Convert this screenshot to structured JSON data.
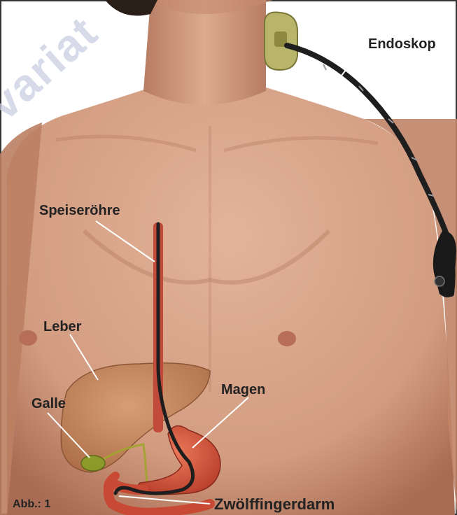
{
  "labels": {
    "endoskop": "Endoskop",
    "speiseroehre": "Speiseröhre",
    "leber": "Leber",
    "galle": "Galle",
    "magen": "Magen",
    "zwoelffingerdarm": "Zwölffingerdarm"
  },
  "caption": "Abb.: 1",
  "watermark": "variat",
  "colors": {
    "skin": "#d9a489",
    "skin_shadow": "#b57a62",
    "liver": "#c98a5a",
    "gallbladder": "#8c9a2a",
    "stomach": "#d8533a",
    "esophagus": "#c24a3a",
    "endoscope": "#1e1e1e",
    "mouthpiece": "#b8b46a"
  },
  "icons": [
    "endoscope-tube-icon",
    "mouthpiece-icon"
  ]
}
